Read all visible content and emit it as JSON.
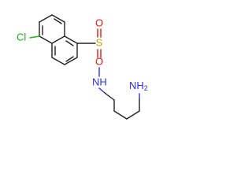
{
  "atoms": {
    "chlorine": {
      "text": "Cl",
      "color": "#22b322"
    },
    "sulfur": {
      "text": "S",
      "color": "#b8a600"
    },
    "oxygen_top": {
      "text": "O",
      "color": "#e8180c"
    },
    "oxygen_bottom": {
      "text": "O",
      "color": "#e8180c"
    },
    "amide_nitrogen": {
      "text": "NH",
      "color": "#2d2df0"
    },
    "amine_nitrogen": {
      "text": "NH",
      "subscript": "2",
      "color": "#2d2df0"
    }
  },
  "bond_color": "#222222"
}
